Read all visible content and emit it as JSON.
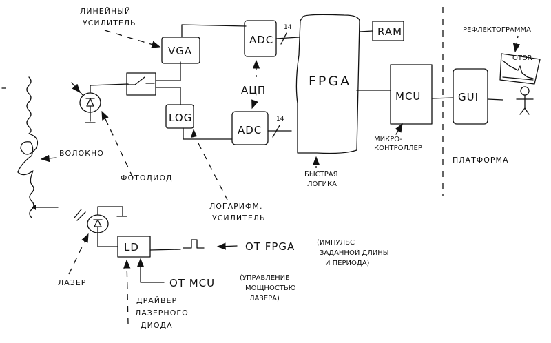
{
  "blocks": {
    "vga": "VGA",
    "adc_top": "ADC",
    "adc_bottom": "ADC",
    "log": "LOG",
    "fpga": "FPGA",
    "ram": "RAM",
    "mcu": "MCU",
    "gui": "GUI",
    "ld": "LD",
    "otdr": "OTDR"
  },
  "bus_widths": {
    "adc_top": "14",
    "adc_bottom": "14"
  },
  "labels": {
    "linear_amp_line1": "ЛИНЕЙНЫЙ",
    "linear_amp_line2": "УСИЛИТЕЛЬ",
    "adc_ru": "АЦП",
    "reflectogram": "РЕФЛЕКТОГРАММА",
    "fiber": "ВОЛОКНО",
    "photodiode": "ФОТОДИОД",
    "log_amp_line1": "ЛОГАРИФМ.",
    "log_amp_line2": "УСИЛИТЕЛЬ",
    "fast_logic_line1": "БЫСТРАЯ",
    "fast_logic_line2": "ЛОГИКА",
    "microcontroller_line1": "МИКРО-",
    "microcontroller_line2": "КОНТРОЛЛЕР",
    "platform": "ПЛАТФОРМА",
    "laser": "ЛАЗЕР",
    "driver_line1": "ДРАЙВЕР",
    "driver_line2": "ЛАЗЕРНОГО",
    "driver_line3": "ДИОДА"
  },
  "annotations": {
    "from_fpga": "ОТ FPGA",
    "from_fpga_note_line1": "(ИМПУЛЬС",
    "from_fpga_note_line2": "ЗАДАННОЙ ДЛИНЫ",
    "from_fpga_note_line3": "И ПЕРИОДА)",
    "from_mcu": "ОТ MCU",
    "from_mcu_note_line1": "(УПРАВЛЕНИЕ",
    "from_mcu_note_line2": "МОЩНОСТЬЮ",
    "from_mcu_note_line3": "ЛАЗЕРА)"
  }
}
